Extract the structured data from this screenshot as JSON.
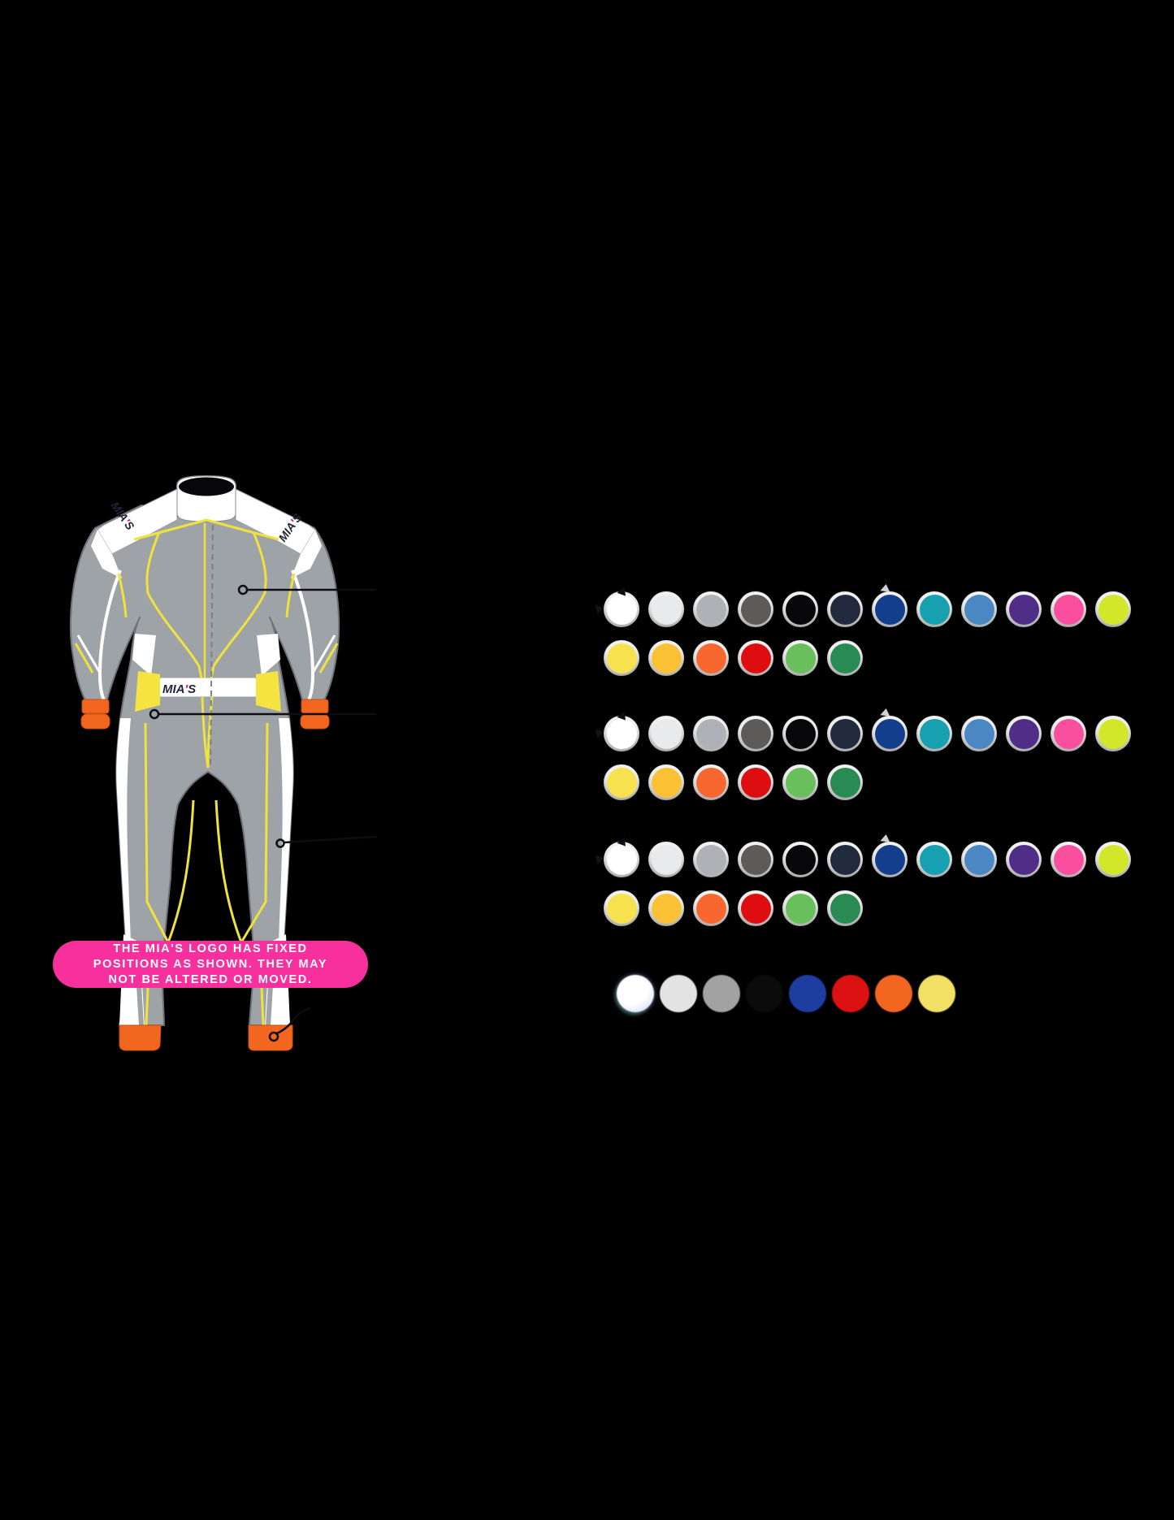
{
  "page": {
    "background": "#000000"
  },
  "banner": {
    "lines": [
      "THE MIA'S LOGO HAS FIXED",
      "POSITIONS AS SHOWN. THEY MAY",
      "NOT BE ALTERED OR MOVED."
    ],
    "bg_color": "#f7309e",
    "text_color": "#ffffff"
  },
  "brand": {
    "name": "MIA'S",
    "part1": "MIA",
    "apos": "'",
    "part2": "S",
    "apostrophe_color": "#e6007e",
    "letter_color": "#23263a"
  },
  "suit": {
    "base_color": "#9ea3a7",
    "panel_color": "#ffffff",
    "piping_color": "#efe23e",
    "panel_yellow": "#f5e33f",
    "cuff_color": "#f2661f",
    "collar_opening_color": "#07070a",
    "outline_color": "#70747a",
    "zipper_color": "#7c8084",
    "callout_color": "#0d0d12"
  },
  "palettes": {
    "standard_row1": [
      {
        "name": "white",
        "hex": "#ffffff"
      },
      {
        "name": "light-grey",
        "hex": "#e9eaeb"
      },
      {
        "name": "silver-grey",
        "hex": "#aeb2b7"
      },
      {
        "name": "dark-grey",
        "hex": "#5d5b59"
      },
      {
        "name": "black",
        "hex": "#07070a"
      },
      {
        "name": "navy",
        "hex": "#222a3e"
      },
      {
        "name": "royal-blue",
        "hex": "#123e8c"
      },
      {
        "name": "teal",
        "hex": "#17a0b0"
      },
      {
        "name": "steel-blue",
        "hex": "#4a87c3"
      },
      {
        "name": "purple",
        "hex": "#502e88"
      },
      {
        "name": "pink",
        "hex": "#fa4f9f"
      },
      {
        "name": "fluo-yellow",
        "hex": "#d2e72a"
      }
    ],
    "standard_row2": [
      {
        "name": "yellow",
        "hex": "#f6e14e"
      },
      {
        "name": "amber",
        "hex": "#fbc135"
      },
      {
        "name": "orange",
        "hex": "#f8672e"
      },
      {
        "name": "red",
        "hex": "#de0e10"
      },
      {
        "name": "light-green",
        "hex": "#68bf5c"
      },
      {
        "name": "dark-green",
        "hex": "#2a8a53"
      }
    ],
    "cuff_row": [
      {
        "name": "white",
        "hex": "#ffffff"
      },
      {
        "name": "silver",
        "hex": "#e3e3e4"
      },
      {
        "name": "grey",
        "hex": "#a2a2a3"
      },
      {
        "name": "black",
        "hex": "#0b0b0c"
      },
      {
        "name": "royal-blue",
        "hex": "#1d3da1"
      },
      {
        "name": "red",
        "hex": "#dc1112"
      },
      {
        "name": "orange",
        "hex": "#f2661f"
      },
      {
        "name": "yellow",
        "hex": "#f2e065"
      }
    ]
  }
}
